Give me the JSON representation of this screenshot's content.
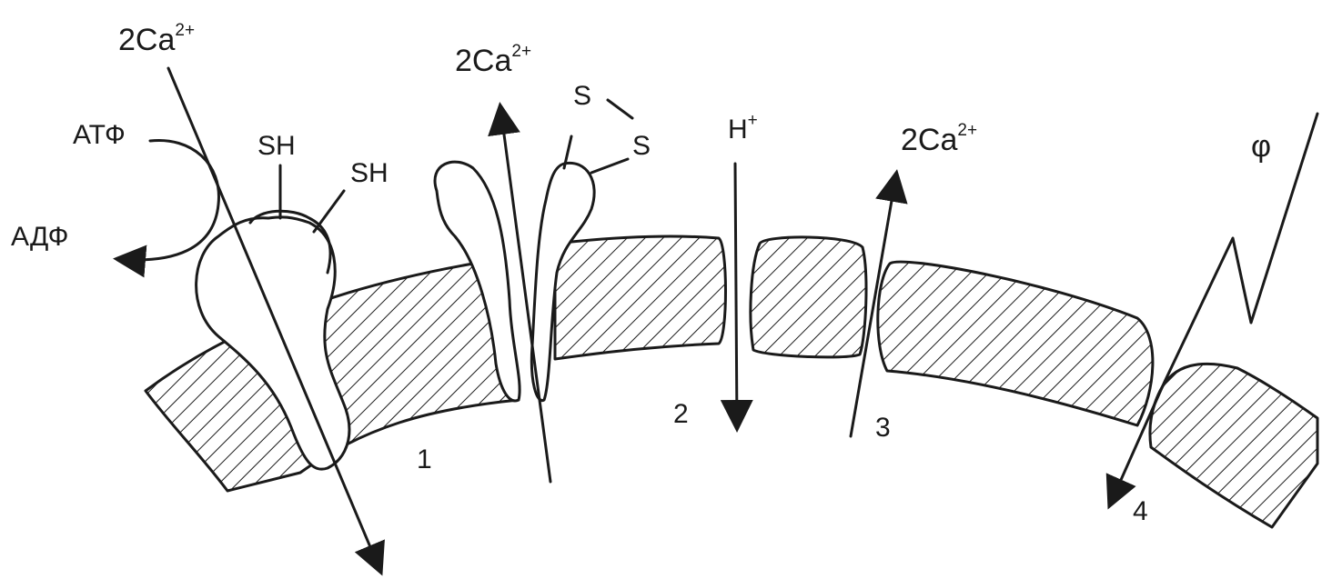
{
  "labels": {
    "ca_left": {
      "base": "2Ca",
      "sup": "2+"
    },
    "ca_mid": {
      "base": "2Ca",
      "sup": "2+"
    },
    "ca_right": {
      "base": "2Ca",
      "sup": "2+"
    },
    "atp": "АТФ",
    "adp": "АДФ",
    "sh_1": "SH",
    "sh_2": "SH",
    "s_1": "S",
    "s_2": "S",
    "h": {
      "base": "H",
      "sup": "+"
    },
    "phi": "φ",
    "num_1": "1",
    "num_2": "2",
    "num_3": "3",
    "num_4": "4"
  },
  "colors": {
    "ink": "#1a1a1a",
    "background": "#ffffff"
  }
}
